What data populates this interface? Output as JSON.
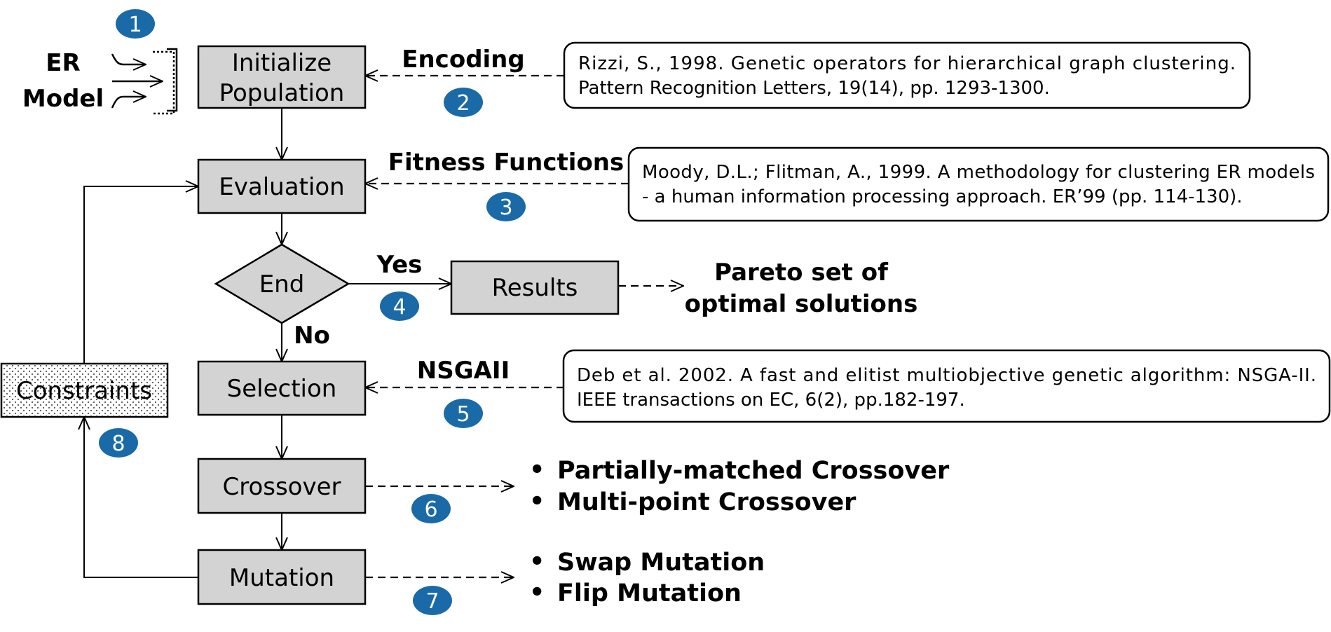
{
  "colors": {
    "box_fill": "#d3d3d3",
    "badge_fill": "#1a6aa8",
    "stroke": "#000000"
  },
  "input": {
    "line1": "ER",
    "line2": "Model"
  },
  "steps": {
    "initialize_line1": "Initialize",
    "initialize_line2": "Population",
    "evaluation": "Evaluation",
    "end": "End",
    "results": "Results",
    "selection": "Selection",
    "crossover": "Crossover",
    "mutation": "Mutation",
    "constraints": "Constraints"
  },
  "labels": {
    "encoding": "Encoding",
    "fitness": "Fitness Functions",
    "yes": "Yes",
    "no": "No",
    "nsgaii": "NSGAII",
    "pareto_line1": "Pareto set of",
    "pareto_line2": "optimal solutions"
  },
  "badges": [
    "1",
    "2",
    "3",
    "4",
    "5",
    "6",
    "7",
    "8"
  ],
  "references": {
    "rizzi_line1": "Rizzi, S., 1998. Genetic operators for hierarchical graph clustering.",
    "rizzi_line2": "Pattern Recognition Letters, 19(14), pp. 1293-1300.",
    "moody_line1": "Moody, D.L.; Flitman, A., 1999. A methodology for clustering ER models",
    "moody_line2": "- a human information processing approach. ER’99 (pp. 114-130).",
    "deb_line1": "Deb et al. 2002. A fast and elitist multiobjective genetic algorithm: NSGA-II.",
    "deb_line2": "IEEE transactions on EC, 6(2), pp.182-197."
  },
  "crossover_methods": [
    "Partially-matched Crossover",
    "Multi-point Crossover"
  ],
  "mutation_methods": [
    "Swap Mutation",
    "Flip Mutation"
  ],
  "bullet": "•"
}
